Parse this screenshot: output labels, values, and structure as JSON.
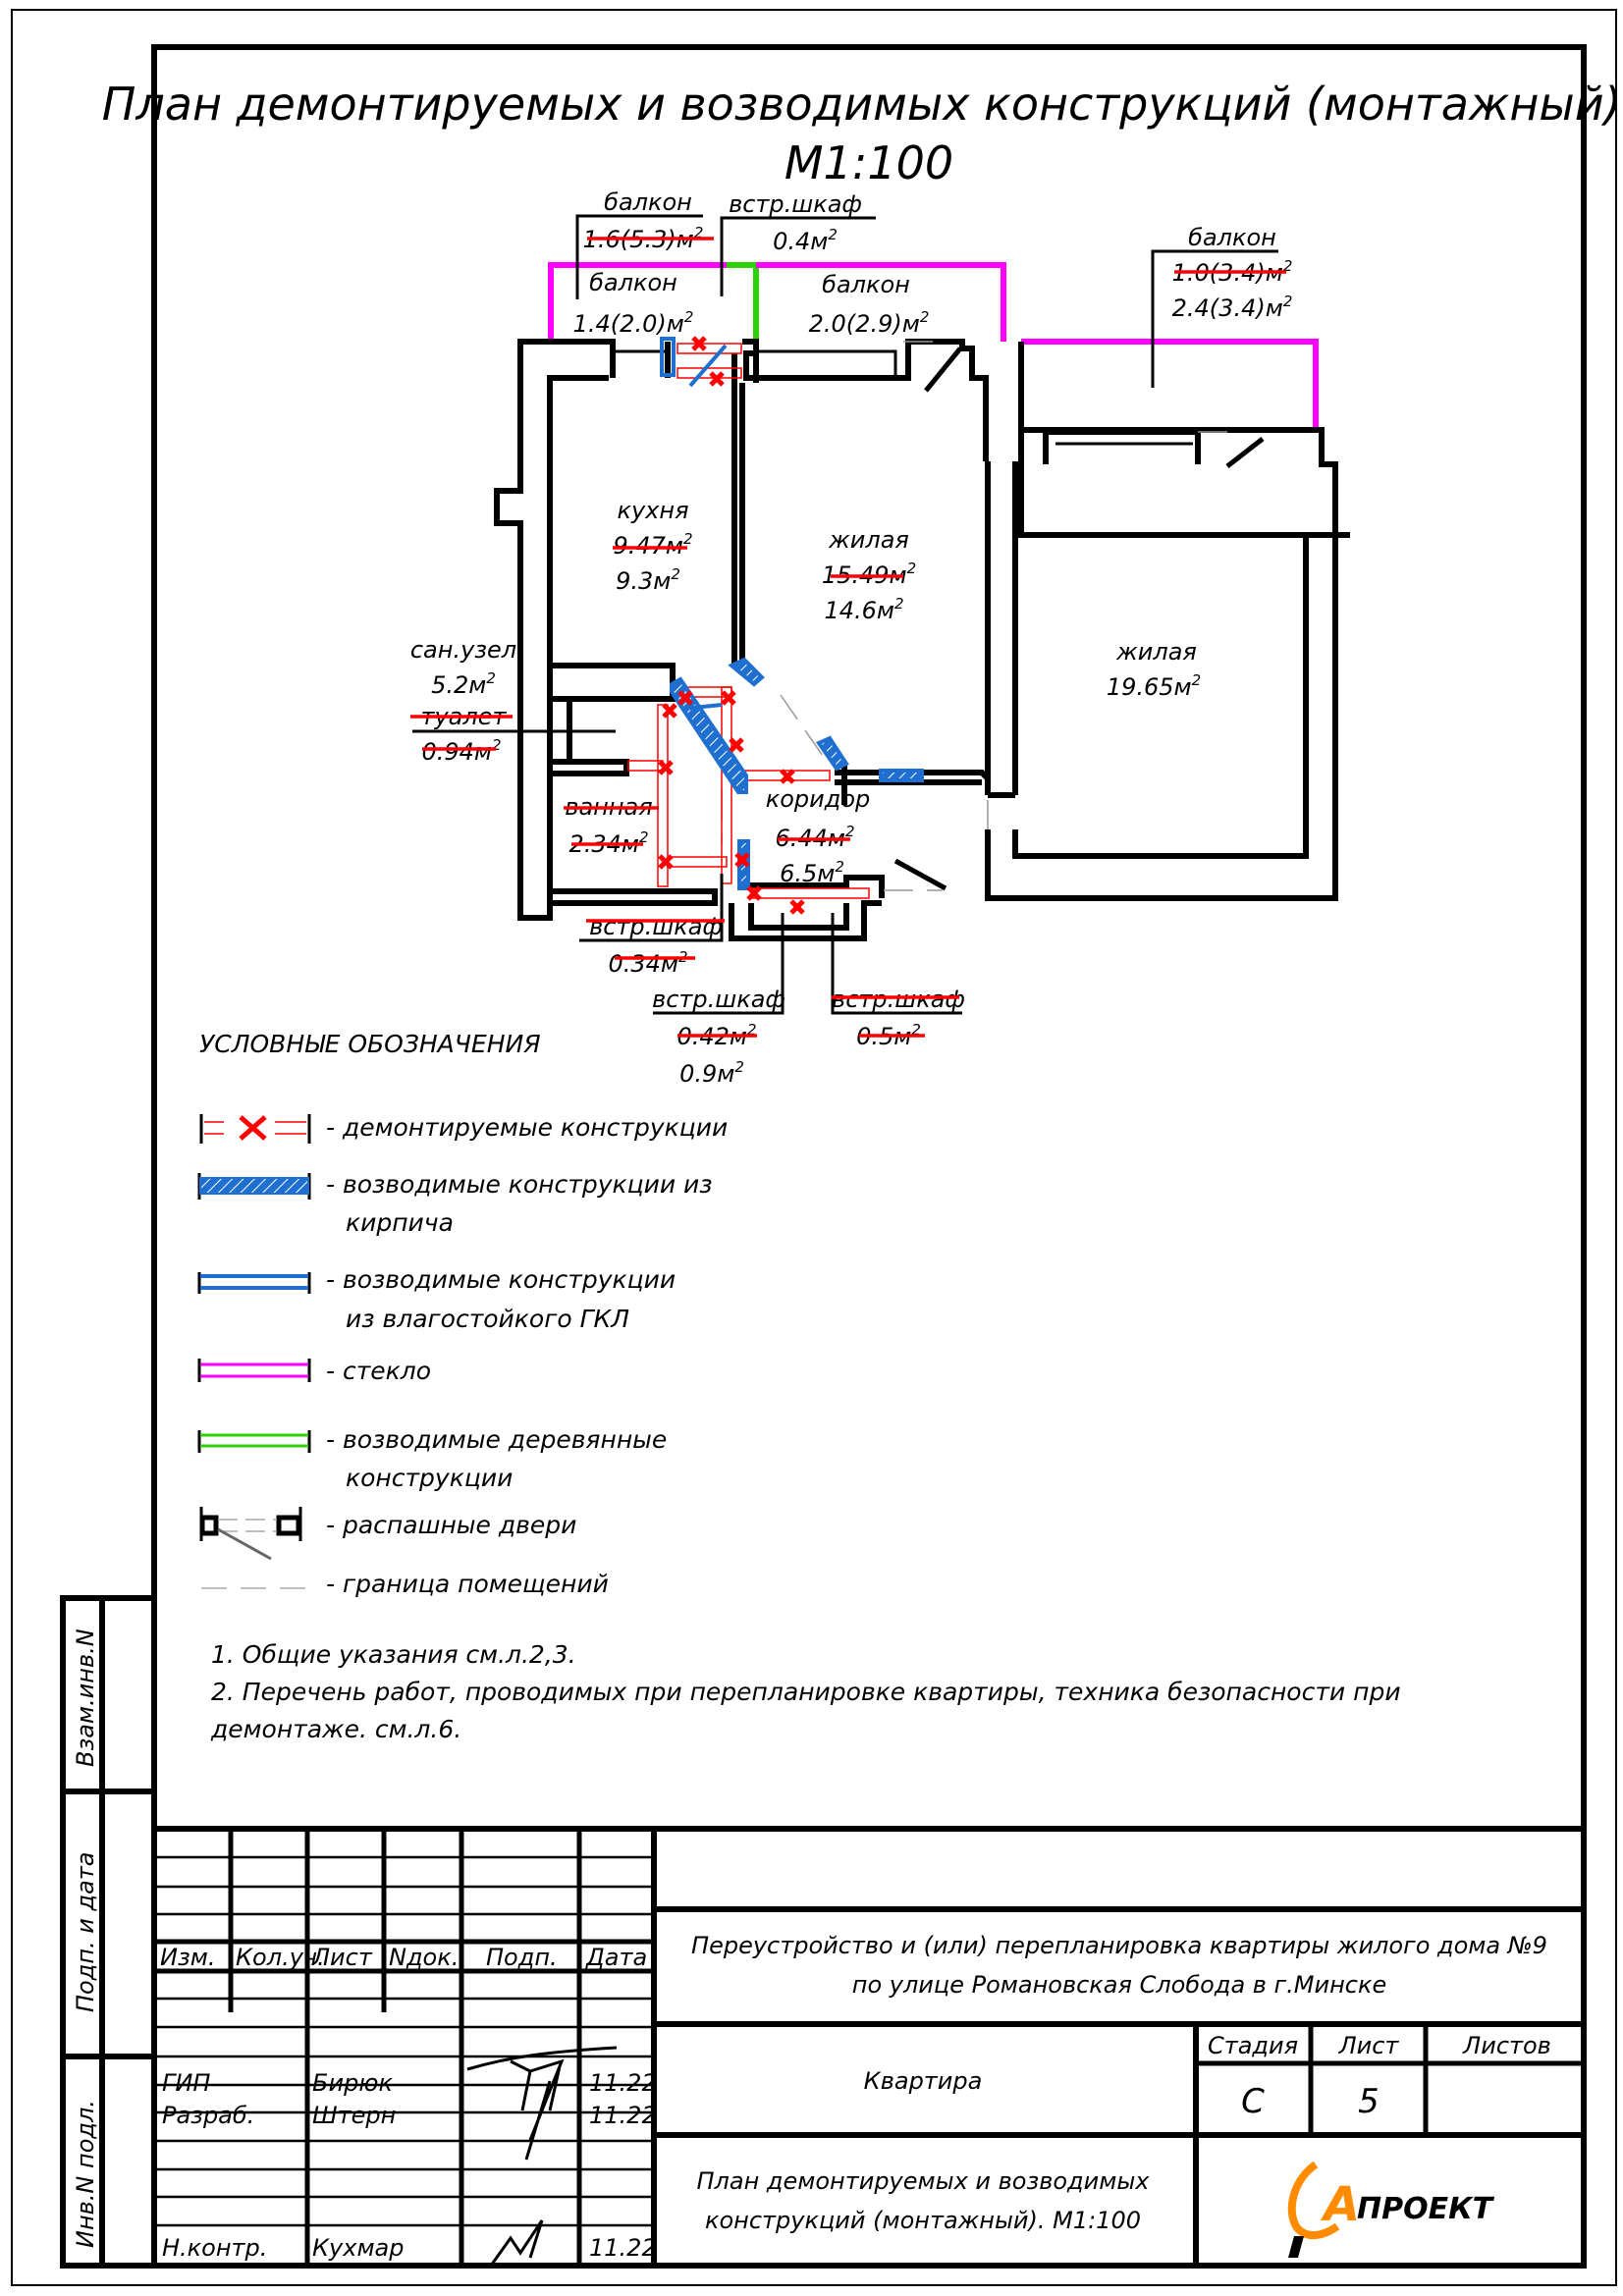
{
  "title": {
    "line1": "План  демонтируемых  и  возводимых  конструкций (монтажный).",
    "line2": "М1:100"
  },
  "rooms": {
    "balcony_top_left": {
      "name": "балкон",
      "old_area": "1.6(5.3)м",
      "sup": "2"
    },
    "wardrobe_top": {
      "name": "встр.шкаф",
      "area": "0.4м",
      "sup": "2"
    },
    "balcony_inner_left": {
      "name": "балкон",
      "area": "1.4(2.0)м",
      "sup": "2"
    },
    "balcony_middle": {
      "name": "балкон",
      "area": "2.0(2.9)м",
      "sup": "2"
    },
    "balcony_right": {
      "name": "балкон",
      "old_area": "1.0(3.4)м",
      "area": "2.4(3.4)м",
      "sup": "2"
    },
    "kitchen": {
      "name": "кухня",
      "old_area": "9.47м",
      "area": "9.3м",
      "sup": "2"
    },
    "living_middle": {
      "name": "жилая",
      "old_area": "15.49м",
      "area": "14.6м",
      "sup": "2"
    },
    "living_right": {
      "name": "жилая",
      "area": "19.65м",
      "sup": "2"
    },
    "bathroom_unit": {
      "name": "сан.узел",
      "area": "5.2м",
      "sup": "2"
    },
    "toilet": {
      "old_name": "туалет",
      "old_area": "0.94м",
      "sup": "2"
    },
    "bath": {
      "old_name": "ванная",
      "old_area": "2.34м",
      "sup": "2"
    },
    "corridor": {
      "name": "коридор",
      "old_area": "6.44м",
      "area": "6.5м",
      "sup": "2"
    },
    "wardrobe_left": {
      "old_name": "встр.шкаф",
      "old_area": "0.34м",
      "sup": "2"
    },
    "wardrobe_middle": {
      "name": "встр.шкаф",
      "old_area": "0.42м",
      "area": "0.9м",
      "sup": "2"
    },
    "wardrobe_right": {
      "old_name": "встр.шкаф",
      "old_area": "0.5м",
      "sup": "2"
    }
  },
  "legend": {
    "heading": "УСЛОВНЫЕ  ОБОЗНАЧЕНИЯ",
    "items": [
      {
        "symbol": "demolished-symbol",
        "color": "#ff0000",
        "text1": "- демонтируемые конструкции",
        "text2": ""
      },
      {
        "symbol": "brick-symbol",
        "color": "#1f6fd0",
        "text1": "- возводимые конструкции из",
        "text2": "кирпича"
      },
      {
        "symbol": "gkl-symbol",
        "color": "#1f6fd0",
        "text1": "- возводимые конструкции",
        "text2": "из влагостойкого ГКЛ"
      },
      {
        "symbol": "glass-symbol",
        "color": "#ff00ff",
        "text1": "- стекло",
        "text2": ""
      },
      {
        "symbol": "wood-symbol",
        "color": "#2fd000",
        "text1": "- возводимые деревянные",
        "text2": "конструкции"
      },
      {
        "symbol": "door-symbol",
        "color": "#000000",
        "text1": "- распашные двери",
        "text2": ""
      },
      {
        "symbol": "boundary-symbol",
        "color": "#999999",
        "text1": "- граница помещений",
        "text2": ""
      }
    ]
  },
  "notes": [
    "1. Общие указания см.л.2,3.",
    "2. Перечень работ, проводимых при перепланировке квартиры, техника безопасности при",
    "демонтаже. см.л.6."
  ],
  "side_stamp": {
    "vzam": "Взам.инв.N",
    "podp": "Подп. и дата",
    "inv": "Инв.N подл."
  },
  "title_block": {
    "headers": [
      "Изм.",
      "Кол.уч.",
      "Лист",
      "Nдок.",
      "Подп.",
      "Дата"
    ],
    "rows": [
      {
        "role": "ГИП",
        "name": "Бирюк",
        "date": "11.22"
      },
      {
        "role": "Разраб.",
        "name": "Штерн",
        "date": "11.22"
      },
      {
        "role": "",
        "name": "",
        "date": ""
      },
      {
        "role": "Н.контр.",
        "name": "Кухмар",
        "date": "11.22"
      }
    ],
    "project_line1": "Переустройство и (или) перепланировка квартиры жилого дома №9",
    "project_line2": "по улице Романовская Слобода в г.Минске",
    "object": "Квартира",
    "stage_label": "Стадия",
    "sheet_label": "Лист",
    "sheets_label": "Листов",
    "stage": "С",
    "sheet": "5",
    "sheets": "",
    "drawing_line1": "План демонтируемых и возводимых",
    "drawing_line2": "конструкций (монтажный). М1:100",
    "logo_text": "ПРОЕКТ",
    "logo_letter": "A",
    "logo_color": "#ff8c00"
  }
}
